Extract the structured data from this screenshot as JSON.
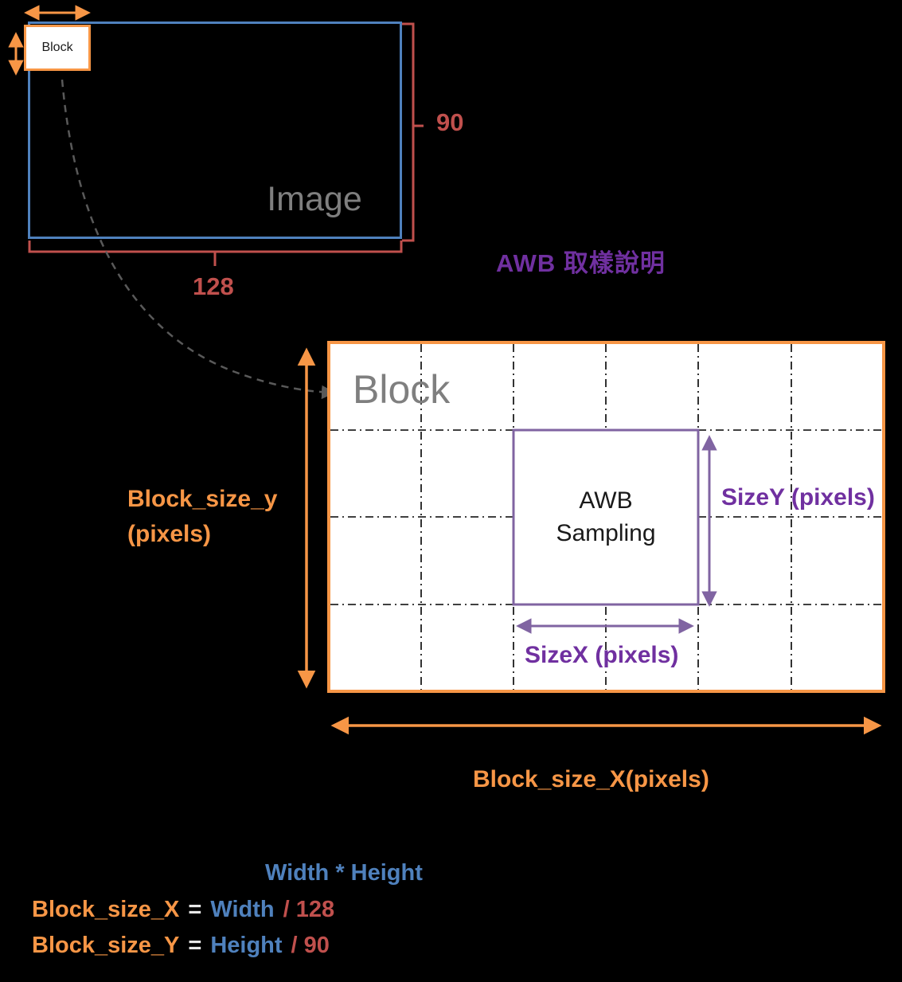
{
  "colors": {
    "background": "#000000",
    "orange": "#f79646",
    "blue": "#4f81bd",
    "red": "#c0504d",
    "purple": "#7030a0",
    "purple_border": "#8064a2",
    "gray": "#7f7f7f",
    "grid_fill": "#ffffff"
  },
  "image_section": {
    "block_box_label": "Block",
    "image_label": "Image",
    "height_value": "90",
    "width_value": "128"
  },
  "title": {
    "text": "AWB 取樣說明"
  },
  "grid_section": {
    "block_label": "Block",
    "awb_line1": "AWB",
    "awb_line2": "Sampling",
    "size_y_label": "SizeY (pixels)",
    "size_x_label": "SizeX (pixels)",
    "block_size_y_line1": "Block_size_y",
    "block_size_y_line2": "(pixels)",
    "block_size_x_label": "Block_size_X(pixels)"
  },
  "formulas": {
    "header": "Width * Height",
    "row1": {
      "lhs": "Block_size_X",
      "eq": "=",
      "var": "Width",
      "divisor": "/ 128"
    },
    "row2": {
      "lhs": "Block_size_Y",
      "eq": "=",
      "var": "Height",
      "divisor": "/ 90"
    }
  }
}
